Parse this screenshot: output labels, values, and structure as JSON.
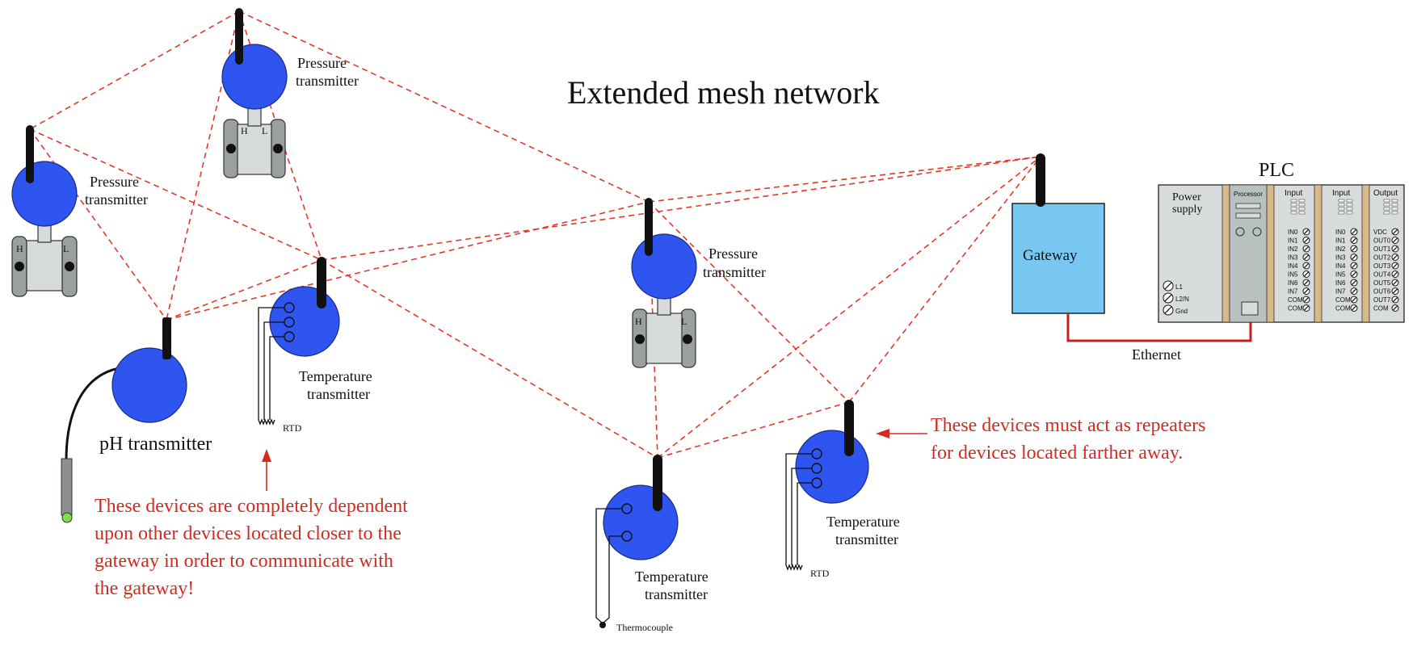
{
  "title": "Extended mesh network",
  "colors": {
    "device_body": "#2f55f0",
    "link": "#e03a2a",
    "ethernet": "#c81e1e",
    "gateway": "#79c8f2",
    "note": "#d42b1e",
    "plc_panel": "#d8dcdc",
    "plc_separator": "#d9b98a"
  },
  "devices": {
    "pt_top": {
      "label_line1": "Pressure",
      "label_line2": "transmitter",
      "port_h": "H",
      "port_l": "L"
    },
    "pt_left": {
      "label_line1": "Pressure",
      "label_line2": "transmitter",
      "port_h": "H",
      "port_l": "L"
    },
    "pt_mid": {
      "label_line1": "Pressure",
      "label_line2": "transmitter",
      "port_h": "H",
      "port_l": "L"
    },
    "ph": {
      "label": "pH transmitter"
    },
    "tt_rtd_left": {
      "label_line1": "Temperature",
      "label_line2": "transmitter",
      "sensor": "RTD"
    },
    "tt_thermo": {
      "label_line1": "Temperature",
      "label_line2": "transmitter",
      "sensor": "Thermocouple"
    },
    "tt_rtd_right": {
      "label_line1": "Temperature",
      "label_line2": "transmitter",
      "sensor": "RTD"
    },
    "gateway": {
      "label": "Gateway"
    }
  },
  "plc": {
    "title": "PLC",
    "power_supply": {
      "line1": "Power",
      "line2": "supply",
      "terminals": [
        "L1",
        "L2/N",
        "Gnd"
      ]
    },
    "processor": {
      "label": "Processor"
    },
    "input1": {
      "label": "Input",
      "terminals": [
        "IN0",
        "IN1",
        "IN2",
        "IN3",
        "IN4",
        "IN5",
        "IN6",
        "IN7",
        "COM",
        "COM"
      ]
    },
    "input2": {
      "label": "Input",
      "terminals": [
        "IN0",
        "IN1",
        "IN2",
        "IN3",
        "IN4",
        "IN5",
        "IN6",
        "IN7",
        "COM",
        "COM"
      ]
    },
    "output": {
      "label": "Output",
      "terminals": [
        "VDC",
        "OUT0",
        "OUT1",
        "OUT2",
        "OUT3",
        "OUT4",
        "OUT5",
        "OUT6",
        "OUT7",
        "COM"
      ]
    }
  },
  "ethernet_label": "Ethernet",
  "notes": {
    "dependent": [
      "These devices are completely dependent",
      "upon other devices located closer to the",
      "gateway in order to communicate with",
      "the gateway!"
    ],
    "repeaters": [
      "These devices must act as repeaters",
      "for devices located farther away."
    ]
  }
}
